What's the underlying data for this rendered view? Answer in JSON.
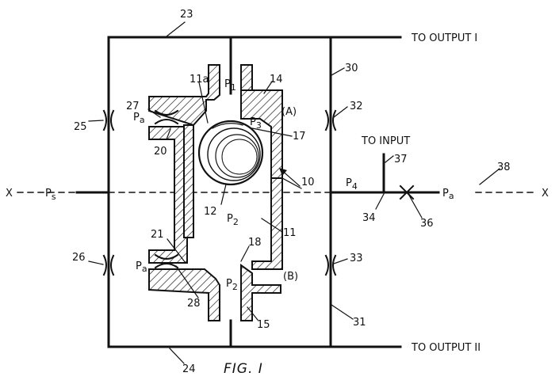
{
  "labels": {
    "l23": "23",
    "l24": "24",
    "l25": "25",
    "l26": "26",
    "l27": "27",
    "l28": "28",
    "l10": "10",
    "l11": "11",
    "l11a": "11a",
    "l12": "12",
    "l14": "14",
    "l15": "15",
    "l17": "17",
    "l18": "18",
    "l20": "20",
    "l21": "21",
    "l30": "30",
    "l31": "31",
    "l32": "32",
    "l33": "33",
    "l34": "34",
    "l36": "36",
    "l37": "37",
    "l38": "38",
    "p1": "P",
    "p1sub": "1",
    "p2a": "P",
    "p2asub": "2",
    "p2b": "P",
    "p2bsub": "2",
    "p3": "P",
    "p3sub": "3",
    "p4": "P",
    "p4sub": "4",
    "ps": "P",
    "pssub": "s",
    "pa1": "P",
    "pa1sub": "a",
    "pa2": "P",
    "pa2sub": "a",
    "pa3": "P",
    "pa3sub": "a",
    "a": "(A)",
    "b": "(B)",
    "x_left": "X",
    "x_right": "X",
    "to_output_1": "TO  OUTPUT I",
    "to_output_2": "TO OUTPUT II",
    "to_input": "TO INPUT",
    "caption": "FIG. I"
  }
}
